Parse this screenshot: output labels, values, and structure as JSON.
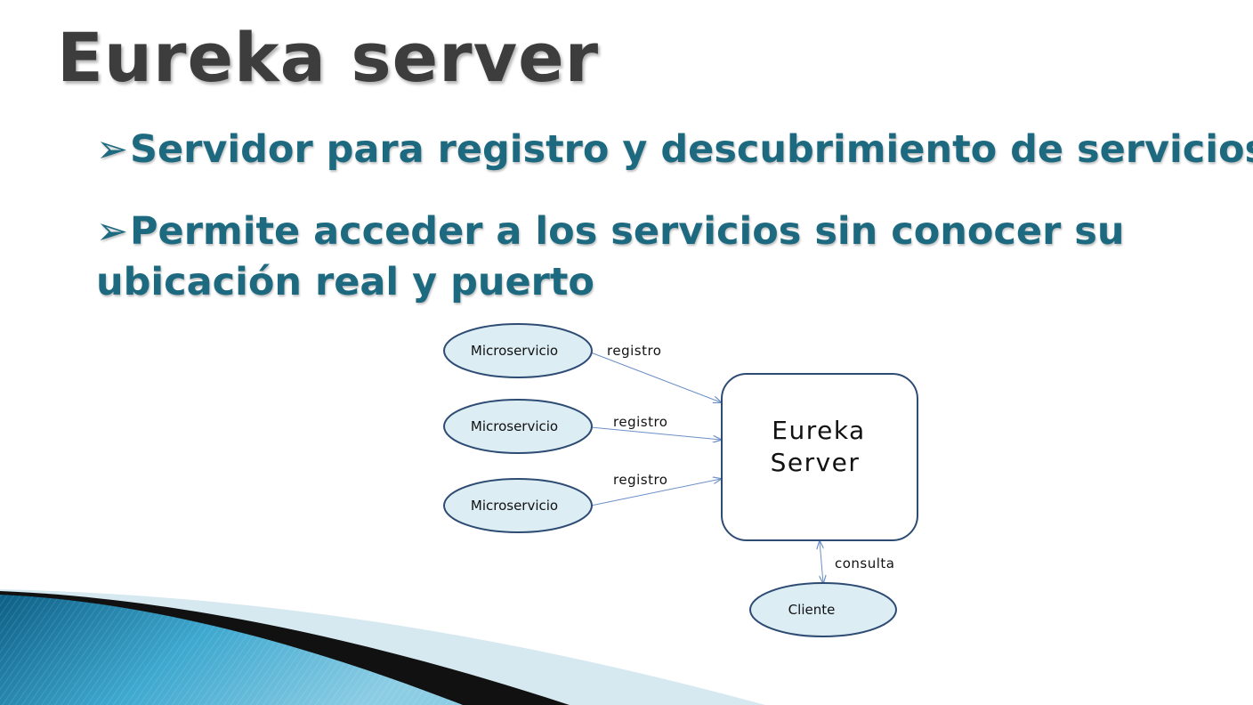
{
  "slide": {
    "title": "Eureka server",
    "bullets": [
      {
        "marker": "➢",
        "text": "Servidor para registro y descubrimiento de servicios"
      },
      {
        "marker": "➢",
        "text_line1": "Permite acceder a los servicios sin conocer su",
        "text_line2": "ubicación real y puerto"
      }
    ]
  },
  "diagram": {
    "nodes": {
      "microservicio_1": "Microservicio",
      "microservicio_2": "Microservicio",
      "microservicio_3": "Microservicio",
      "server_line1": "Eureka",
      "server_line2": "Server",
      "cliente": "Cliente"
    },
    "edges": {
      "registro_1": "registro",
      "registro_2": "registro",
      "registro_3": "registro",
      "consulta": "consulta"
    }
  },
  "colors": {
    "title": "#3d3d3d",
    "bullet": "#1d6a80",
    "node_fill": "#dcedf4",
    "node_stroke": "#2e4c73",
    "arrow": "#6c8fc7"
  }
}
